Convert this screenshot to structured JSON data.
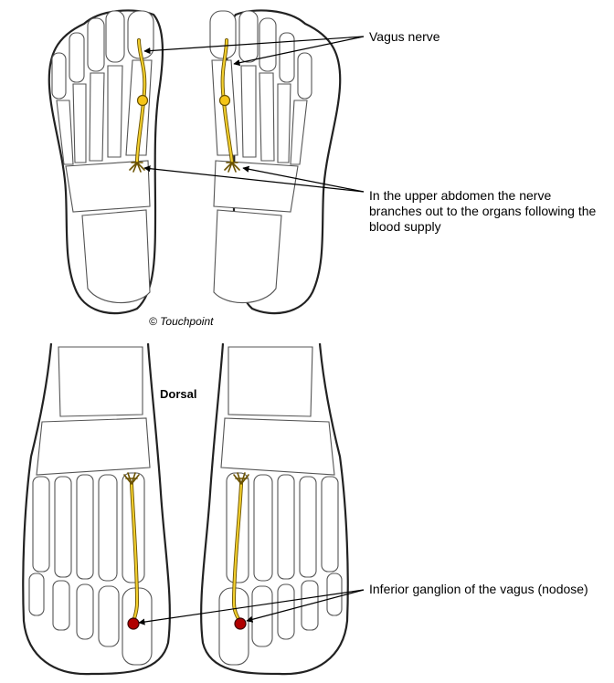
{
  "labels": {
    "vagus_nerve": "Vagus nerve",
    "branches_line1": "In the upper abdomen the nerve",
    "branches_line2": "branches out to the organs following the",
    "branches_line3": "blood supply",
    "copyright": "© Touchpoint",
    "dorsal": "Dorsal",
    "ganglion": "Inferior ganglion of the vagus (nodose)"
  },
  "colors": {
    "nerve": "#f2cf2e",
    "nerve_outline": "#6b5200",
    "ganglion_plantar": "#f5c518",
    "ganglion_dorsal": "#b00000"
  }
}
